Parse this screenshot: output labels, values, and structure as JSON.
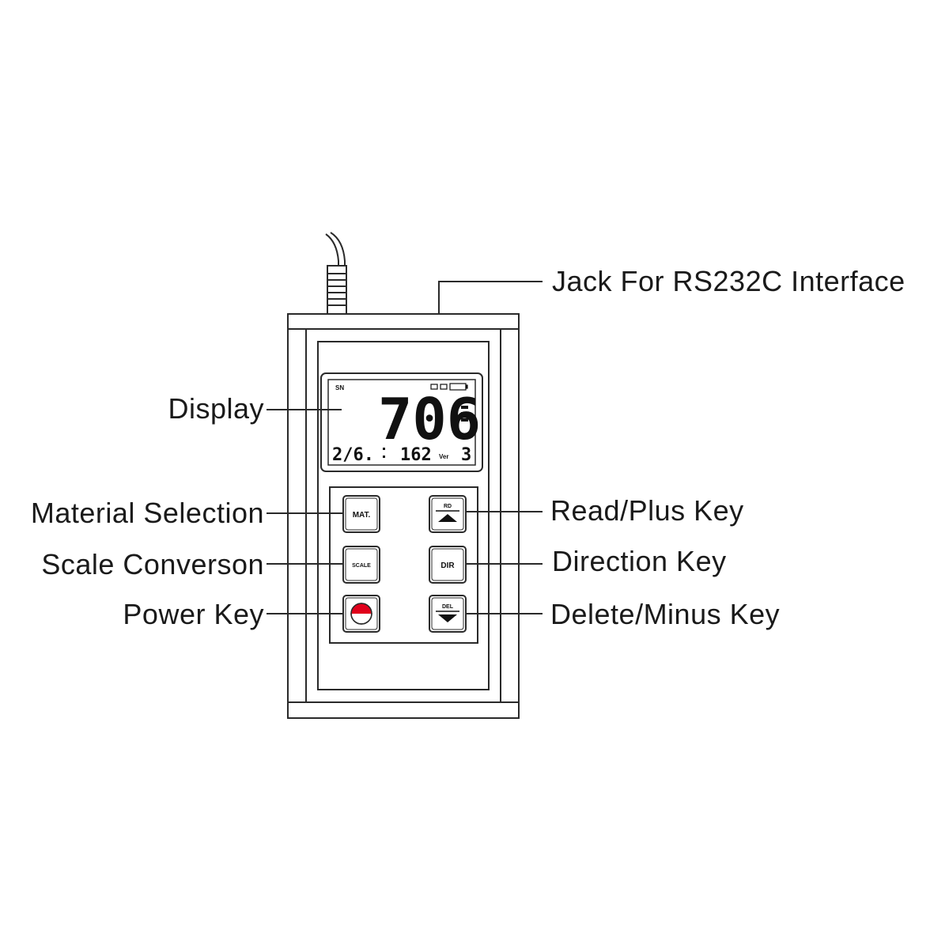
{
  "labels": {
    "jack": "Jack For RS232C Interface",
    "display": "Display",
    "material": "Material Selection",
    "scale": "Scale Converson",
    "power": "Power Key",
    "read_plus": "Read/Plus Key",
    "direction": "Direction Key",
    "delete_minus": "Delete/Minus Key"
  },
  "lcd": {
    "main_reading": "706",
    "status_left": "SN",
    "bottom_left": "2/6.",
    "bottom_mid": "162",
    "bottom_right": "3",
    "bottom_small": "Ver"
  },
  "keys": {
    "mat": "MAT.",
    "scale": "SCALE",
    "rd": "RD",
    "dir": "DIR",
    "del": "DEL"
  },
  "colors": {
    "line": "#2a2a2a",
    "power_red": "#e0001b",
    "device_fill": "#ffffff"
  }
}
